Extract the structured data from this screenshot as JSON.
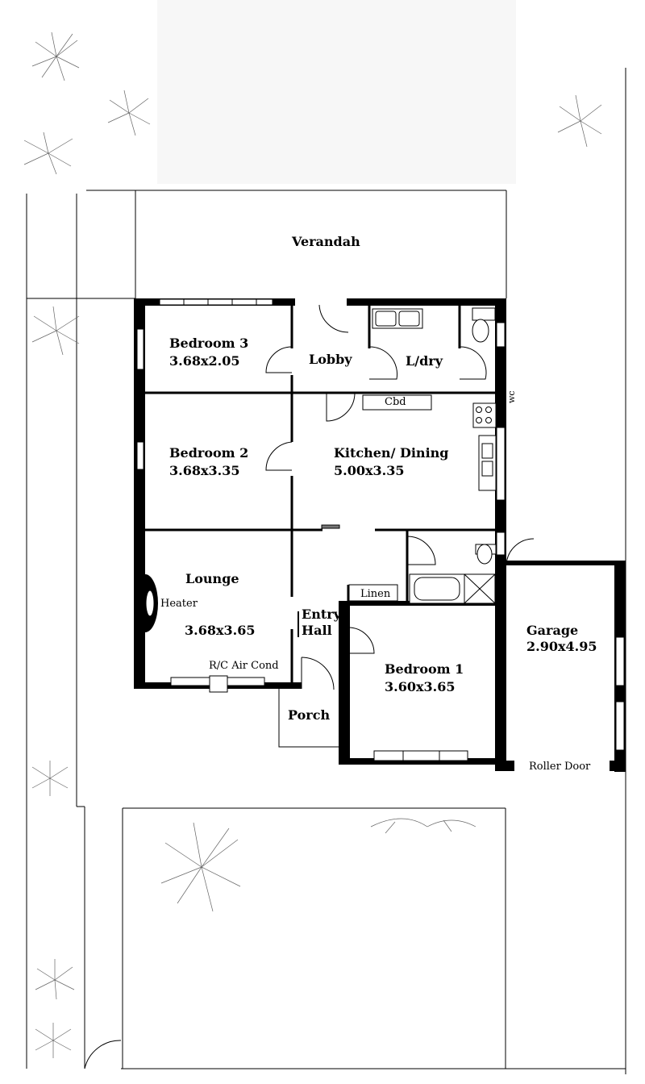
{
  "rooms": {
    "verandah": {
      "name": "Verandah"
    },
    "bedroom3": {
      "name": "Bedroom 3",
      "size": "3.68x2.05"
    },
    "lobby": {
      "name": "Lobby"
    },
    "laundry": {
      "name": "L/dry"
    },
    "cbd": {
      "name": "Cbd"
    },
    "wc": {
      "name": "wc"
    },
    "bedroom2": {
      "name": "Bedroom 2",
      "size": "3.68x3.35"
    },
    "kitchen": {
      "name": "Kitchen/ Dining",
      "size": "5.00x3.35"
    },
    "lounge": {
      "name": "Lounge",
      "size": "3.68x3.65"
    },
    "heater": {
      "name": "Heater"
    },
    "entry": {
      "line1": "Entry",
      "line2": "Hall"
    },
    "linen": {
      "name": "Linen"
    },
    "aircon": {
      "name": "R/C Air Cond"
    },
    "bedroom1": {
      "name": "Bedroom 1",
      "size": "3.60x3.65"
    },
    "porch": {
      "name": "Porch"
    },
    "garage": {
      "name": "Garage",
      "size": "2.90x4.95"
    },
    "rollerdoor": {
      "name": "Roller Door"
    }
  }
}
